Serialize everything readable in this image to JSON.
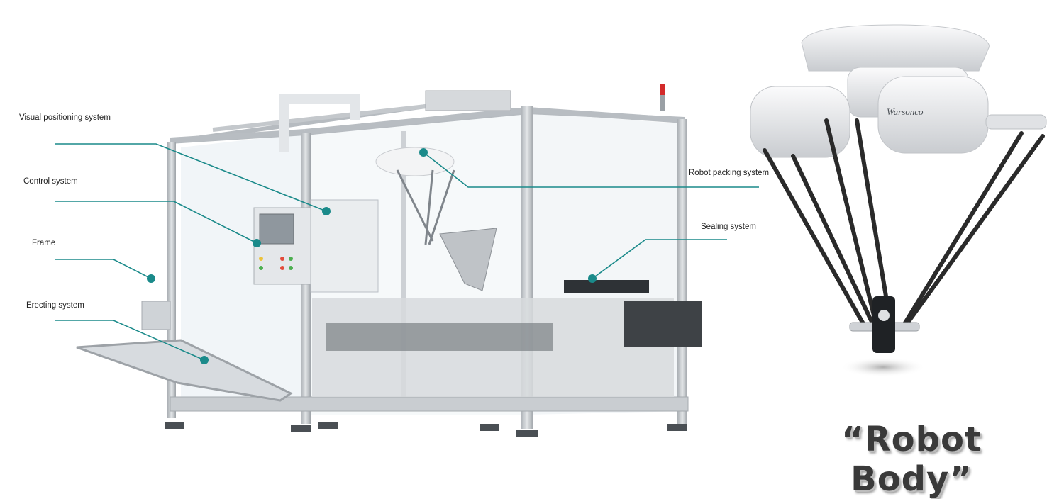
{
  "labels": {
    "visual": "Visual positioning system",
    "control": "Control system",
    "frame": "Frame",
    "erecting": "Erecting system",
    "robot_packing": "Robot packing system",
    "sealing": "Sealing system"
  },
  "robot_brand": "Warsonco",
  "caption": "“Robot Body”",
  "colors": {
    "callout": "#1a8a8a",
    "frame_steel": "#c8ccd0",
    "glass": "#eef3f6",
    "robot_shell": "#eceef0",
    "carbon_arm": "#2a2a2a",
    "caption": "#3a3a3a"
  },
  "icons": {
    "beacon": "red-beacon-icon",
    "hmi": "touch-screen-icon"
  }
}
